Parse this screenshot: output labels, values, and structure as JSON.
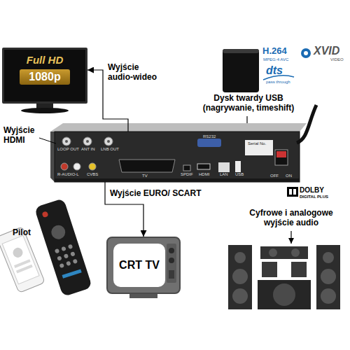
{
  "diagram": {
    "nodes": [
      {
        "text": [
          "Full HD",
          "1080p"
        ]
      },
      {
        "text": [
          "LOOP OUT",
          "ANT IN",
          "LNB OUT",
          "R-AUDIO-L",
          "CVBS",
          "TV",
          "SPDIF",
          "RS232",
          "HDMI",
          "LAN",
          "USB",
          "Serial No.",
          "OFF",
          "ON"
        ]
      },
      {
        "text": [
          "CRT TV"
        ]
      }
    ],
    "edges": [
      {
        "from": 1,
        "to": 0,
        "arrow": "to",
        "label": "Wyjście audio-wideo"
      },
      {
        "from": 1,
        "to": 2,
        "arrow": "to",
        "label": "Wyjście EURO/ SCART"
      }
    ],
    "labels": [
      "Wyjście HDMI",
      "Dysk twardy USB (nagrywanie, timeshift)",
      "H.264",
      "MPEG-4 AVC",
      "XVID",
      "VIDEO",
      "dts",
      "pass through",
      "Pilot",
      "DOLBY",
      "DIGITAL PLUS",
      "Cyfrowe i analogowe wyjście audio"
    ]
  }
}
